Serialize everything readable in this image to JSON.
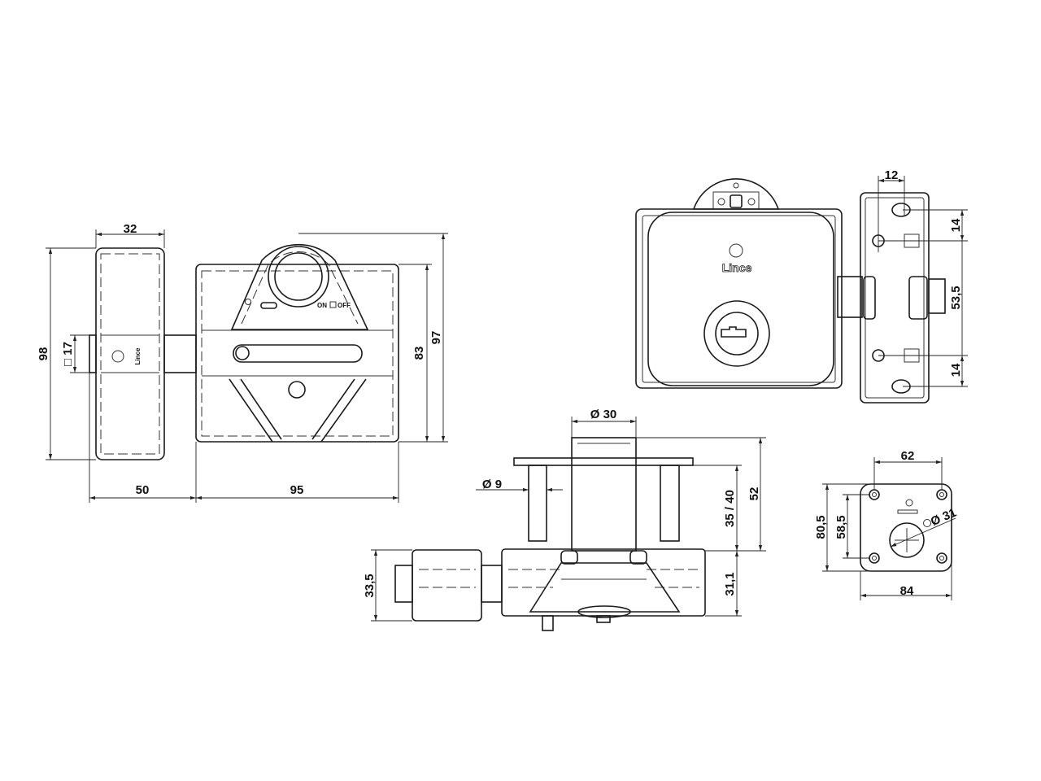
{
  "brand": {
    "logo_text": "Lince"
  },
  "switch": {
    "on": "ON",
    "off": "OFF"
  },
  "front_view": {
    "knob_width": "32",
    "knob_height": "98",
    "spindle_square": "□ 17",
    "body_height_total": "97",
    "body_height": "83",
    "knob_offset": "50",
    "body_width": "95"
  },
  "side_view": {
    "strike_width": "12",
    "hole_spacing_top": "14",
    "bolt_spacing": "53,5",
    "hole_spacing_bottom": "14"
  },
  "bottom_view": {
    "cylinder_diameter": "Ø 30",
    "pin_diameter": "Ø 9",
    "total_projection": "52",
    "pin_length": "35 / 40",
    "body_depth": "31,1",
    "knob_depth": "33,5"
  },
  "plate_view": {
    "hole_spacing_x": "62",
    "plate_height": "80,5",
    "hole_spacing_y": "58,5",
    "plate_width": "84",
    "bore_diameter": "Ø 31"
  }
}
